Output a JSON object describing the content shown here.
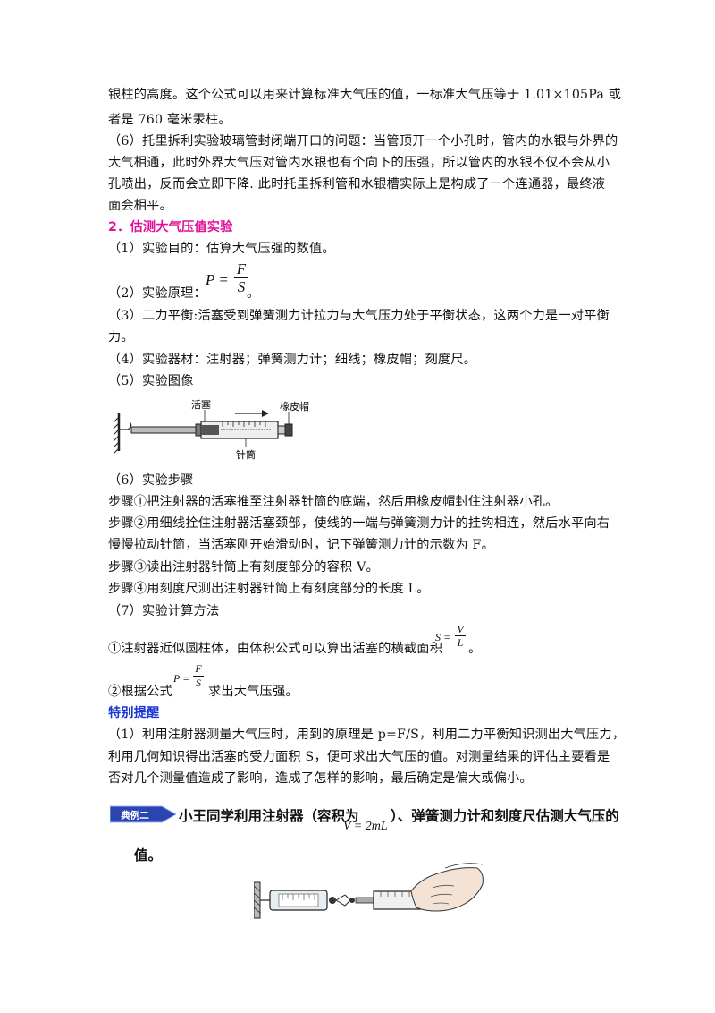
{
  "paragraphs": {
    "p1a": "银柱的高度。这个公式可以用来计算标准大气压的值，一标准大气压等于 1.01×105Pa 或",
    "p1b": "者是 760 毫米汞柱。",
    "p2a": "（6）托里拆利实验玻璃管封闭端开口的问题：当管顶开一个小孔时，管内的水银与外界的",
    "p2b": "大气相通，此时外界大气压对管内水银也有个向下的压强，所以管内的水银不仅不会从小",
    "p2c": "孔喷出，反而会立即下降. 此时托里拆利管和水银槽实际上是构成了一个连通器，最终液",
    "p2d": "面会相平。"
  },
  "section2": {
    "heading": "2．估测大气压值实验",
    "purpose": "（1）实验目的：估算大气压强的数值。",
    "principle_prefix": "（2）实验原理：",
    "principle_suffix": "。",
    "principle_formula": {
      "lhs": "P =",
      "num": "F",
      "den": "S"
    },
    "balance_a": "（3）二力平衡:活塞受到弹簧测力计拉力与大气压力处于平衡状态，这两个力是一对平衡",
    "balance_b": "力。",
    "equipment": "（4）实验器材：注射器；弹簧测力计；细线；橡皮帽；刻度尺。",
    "image_title": "（5）实验图像",
    "figure_labels": {
      "piston": "活塞",
      "cap": "橡皮帽",
      "barrel": "针筒"
    },
    "steps_title": "（6）实验步骤",
    "step1": "步骤①把注射器的活塞推至注射器针筒的底端，然后用橡皮帽封住注射器小孔。",
    "step2a": "步骤②用细线拴住注射器活塞颈部，使线的一端与弹簧测力计的挂钩相连，然后水平向右",
    "step2b": "慢慢拉动针筒，当活塞刚开始滑动时，记下弹簧测力计的示数为 F。",
    "step3": "步骤③读出注射器针筒上有刻度部分的容积 V。",
    "step4": "步骤④用刻度尺测出注射器针筒上有刻度部分的长度 L。",
    "calc_title": "（7）实验计算方法",
    "calc1_text": "①注射器近似圆柱体，由体积公式可以算出活塞的横截面积",
    "calc1_formula": {
      "lhs": "S =",
      "num": "V",
      "den": "L"
    },
    "calc1_suffix": "。",
    "calc2_prefix": "②根据公式",
    "calc2_formula": {
      "lhs": "P =",
      "num": "F",
      "den": "S"
    },
    "calc2_suffix": "求出大气压强。"
  },
  "reminder": {
    "heading": "特别提醒",
    "line1": "（1）利用注射器测量大气压时，用到的原理是 p=F/S，利用二力平衡知识测出大气压力，",
    "line2": "利用几何知识得出活塞的受力面积 S，便可求出大气压的值。对测量结果的评估主要看是",
    "line3": "否对几个测量值造成了影响，造成了怎样的影响，最后确定是偏大或偏小。"
  },
  "example": {
    "badge": "典例二",
    "q_part1": "小王同学利用注射器（容积为",
    "q_math": "V = 2mL",
    "q_part2": "）、弹簧测力计和刻度尺估测大气压的",
    "q_line2": "值。"
  },
  "colors": {
    "heading_pink": "#e0109a",
    "heading_blue": "#1a36d6",
    "badge_blue": "#2a45b0"
  }
}
